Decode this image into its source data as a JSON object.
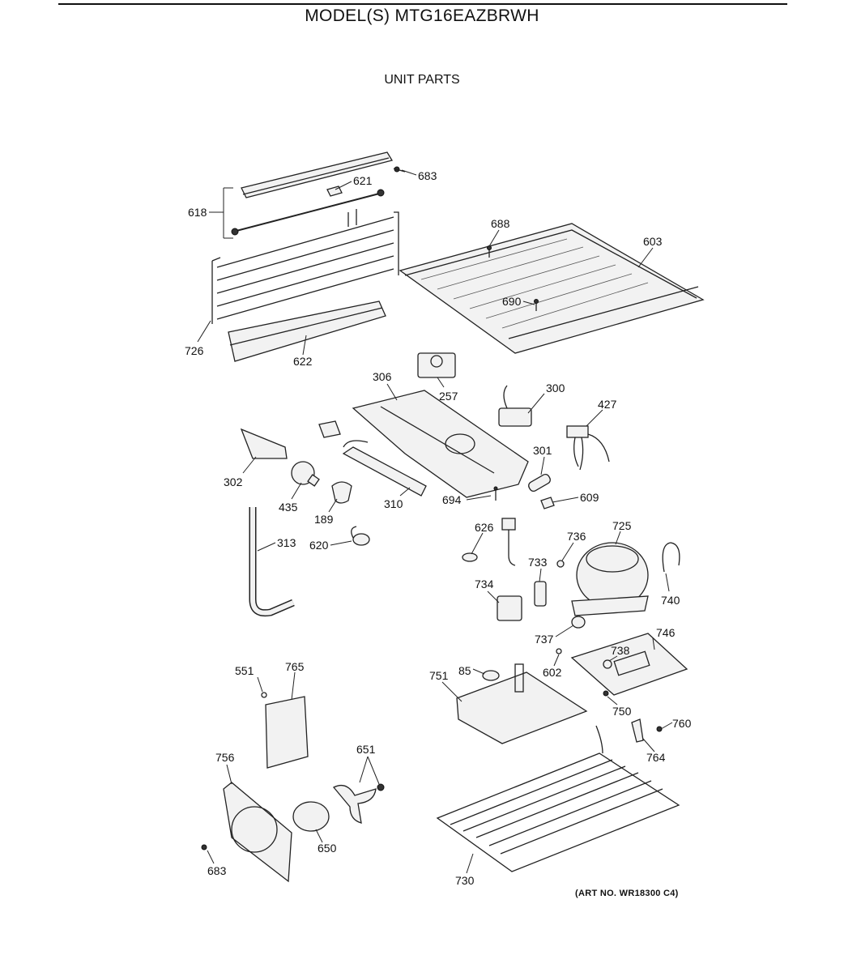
{
  "header": {
    "model_title": "MODEL(S) MTG16EAZBRWH",
    "section_title": "UNIT PARTS"
  },
  "footer": {
    "art_no": "(ART NO. WR18300 C4)"
  },
  "callouts": {
    "p618": "618",
    "p621": "621",
    "p683a": "683",
    "p688": "688",
    "p603": "603",
    "p690": "690",
    "p726": "726",
    "p622": "622",
    "p306": "306",
    "p257": "257",
    "p300": "300",
    "p427": "427",
    "p302": "302",
    "p435": "435",
    "p189": "189",
    "p310": "310",
    "p694": "694",
    "p301": "301",
    "p609": "609",
    "p313": "313",
    "p620": "620",
    "p626": "626",
    "p736": "736",
    "p725": "725",
    "p733": "733",
    "p734": "734",
    "p740": "740",
    "p737": "737",
    "p746": "746",
    "p738": "738",
    "p551": "551",
    "p765": "765",
    "p751": "751",
    "p85": "85",
    "p602": "602",
    "p750": "750",
    "p760": "760",
    "p764": "764",
    "p651": "651",
    "p756": "756",
    "p650": "650",
    "p683b": "683",
    "p730": "730"
  }
}
